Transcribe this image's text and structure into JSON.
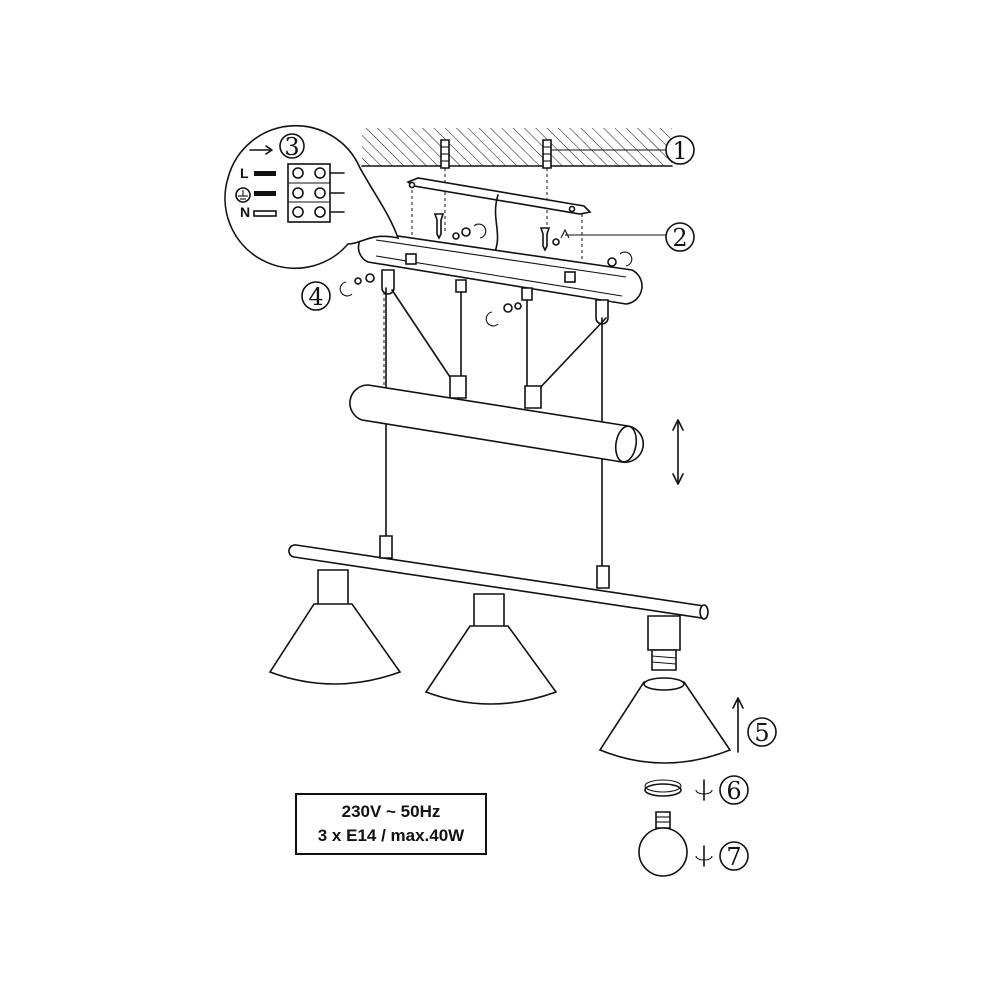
{
  "callouts": [
    "1",
    "2",
    "3",
    "4",
    "5",
    "6",
    "7"
  ],
  "wiring": {
    "labels": [
      "L",
      "N"
    ],
    "ground_icon": "earth-ground-icon"
  },
  "specs": {
    "line1": "230V ~ 50Hz",
    "line2": "3 x E14 / max.40W"
  },
  "icons": [
    "screw-icon",
    "rotate-arrow-icon",
    "up-arrow-icon",
    "double-arrow-icon",
    "bulb-icon",
    "lampshade-icon"
  ]
}
